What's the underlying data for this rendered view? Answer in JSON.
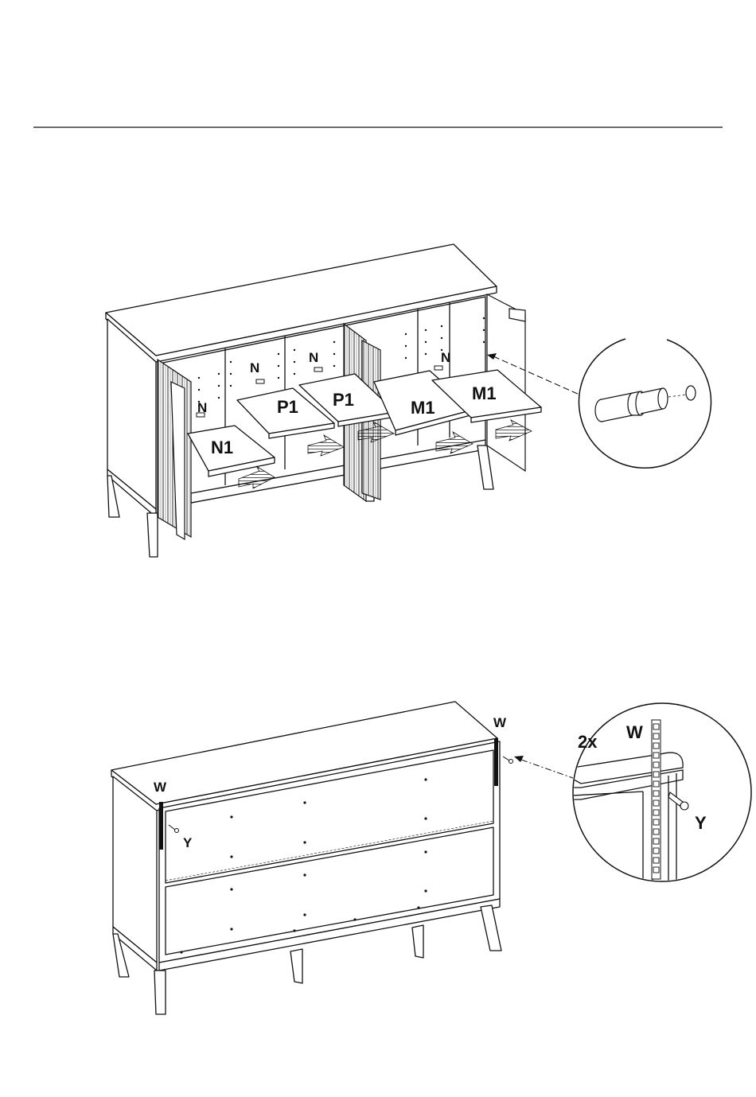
{
  "step1": {
    "shelf_labels": [
      "N1",
      "P1",
      "P1",
      "M1",
      "M1"
    ],
    "pin_labels": [
      "N",
      "N",
      "N",
      "N"
    ]
  },
  "step2": {
    "part_w_left": "W",
    "part_y_left": "Y",
    "part_w_right": "W",
    "detail_qty": "2x",
    "detail_w": "W",
    "detail_y": "Y"
  },
  "icons": [
    "shelf-pin-icon",
    "anti-tip-bracket-icon",
    "screw-icon",
    "insert-arrow-icon"
  ]
}
